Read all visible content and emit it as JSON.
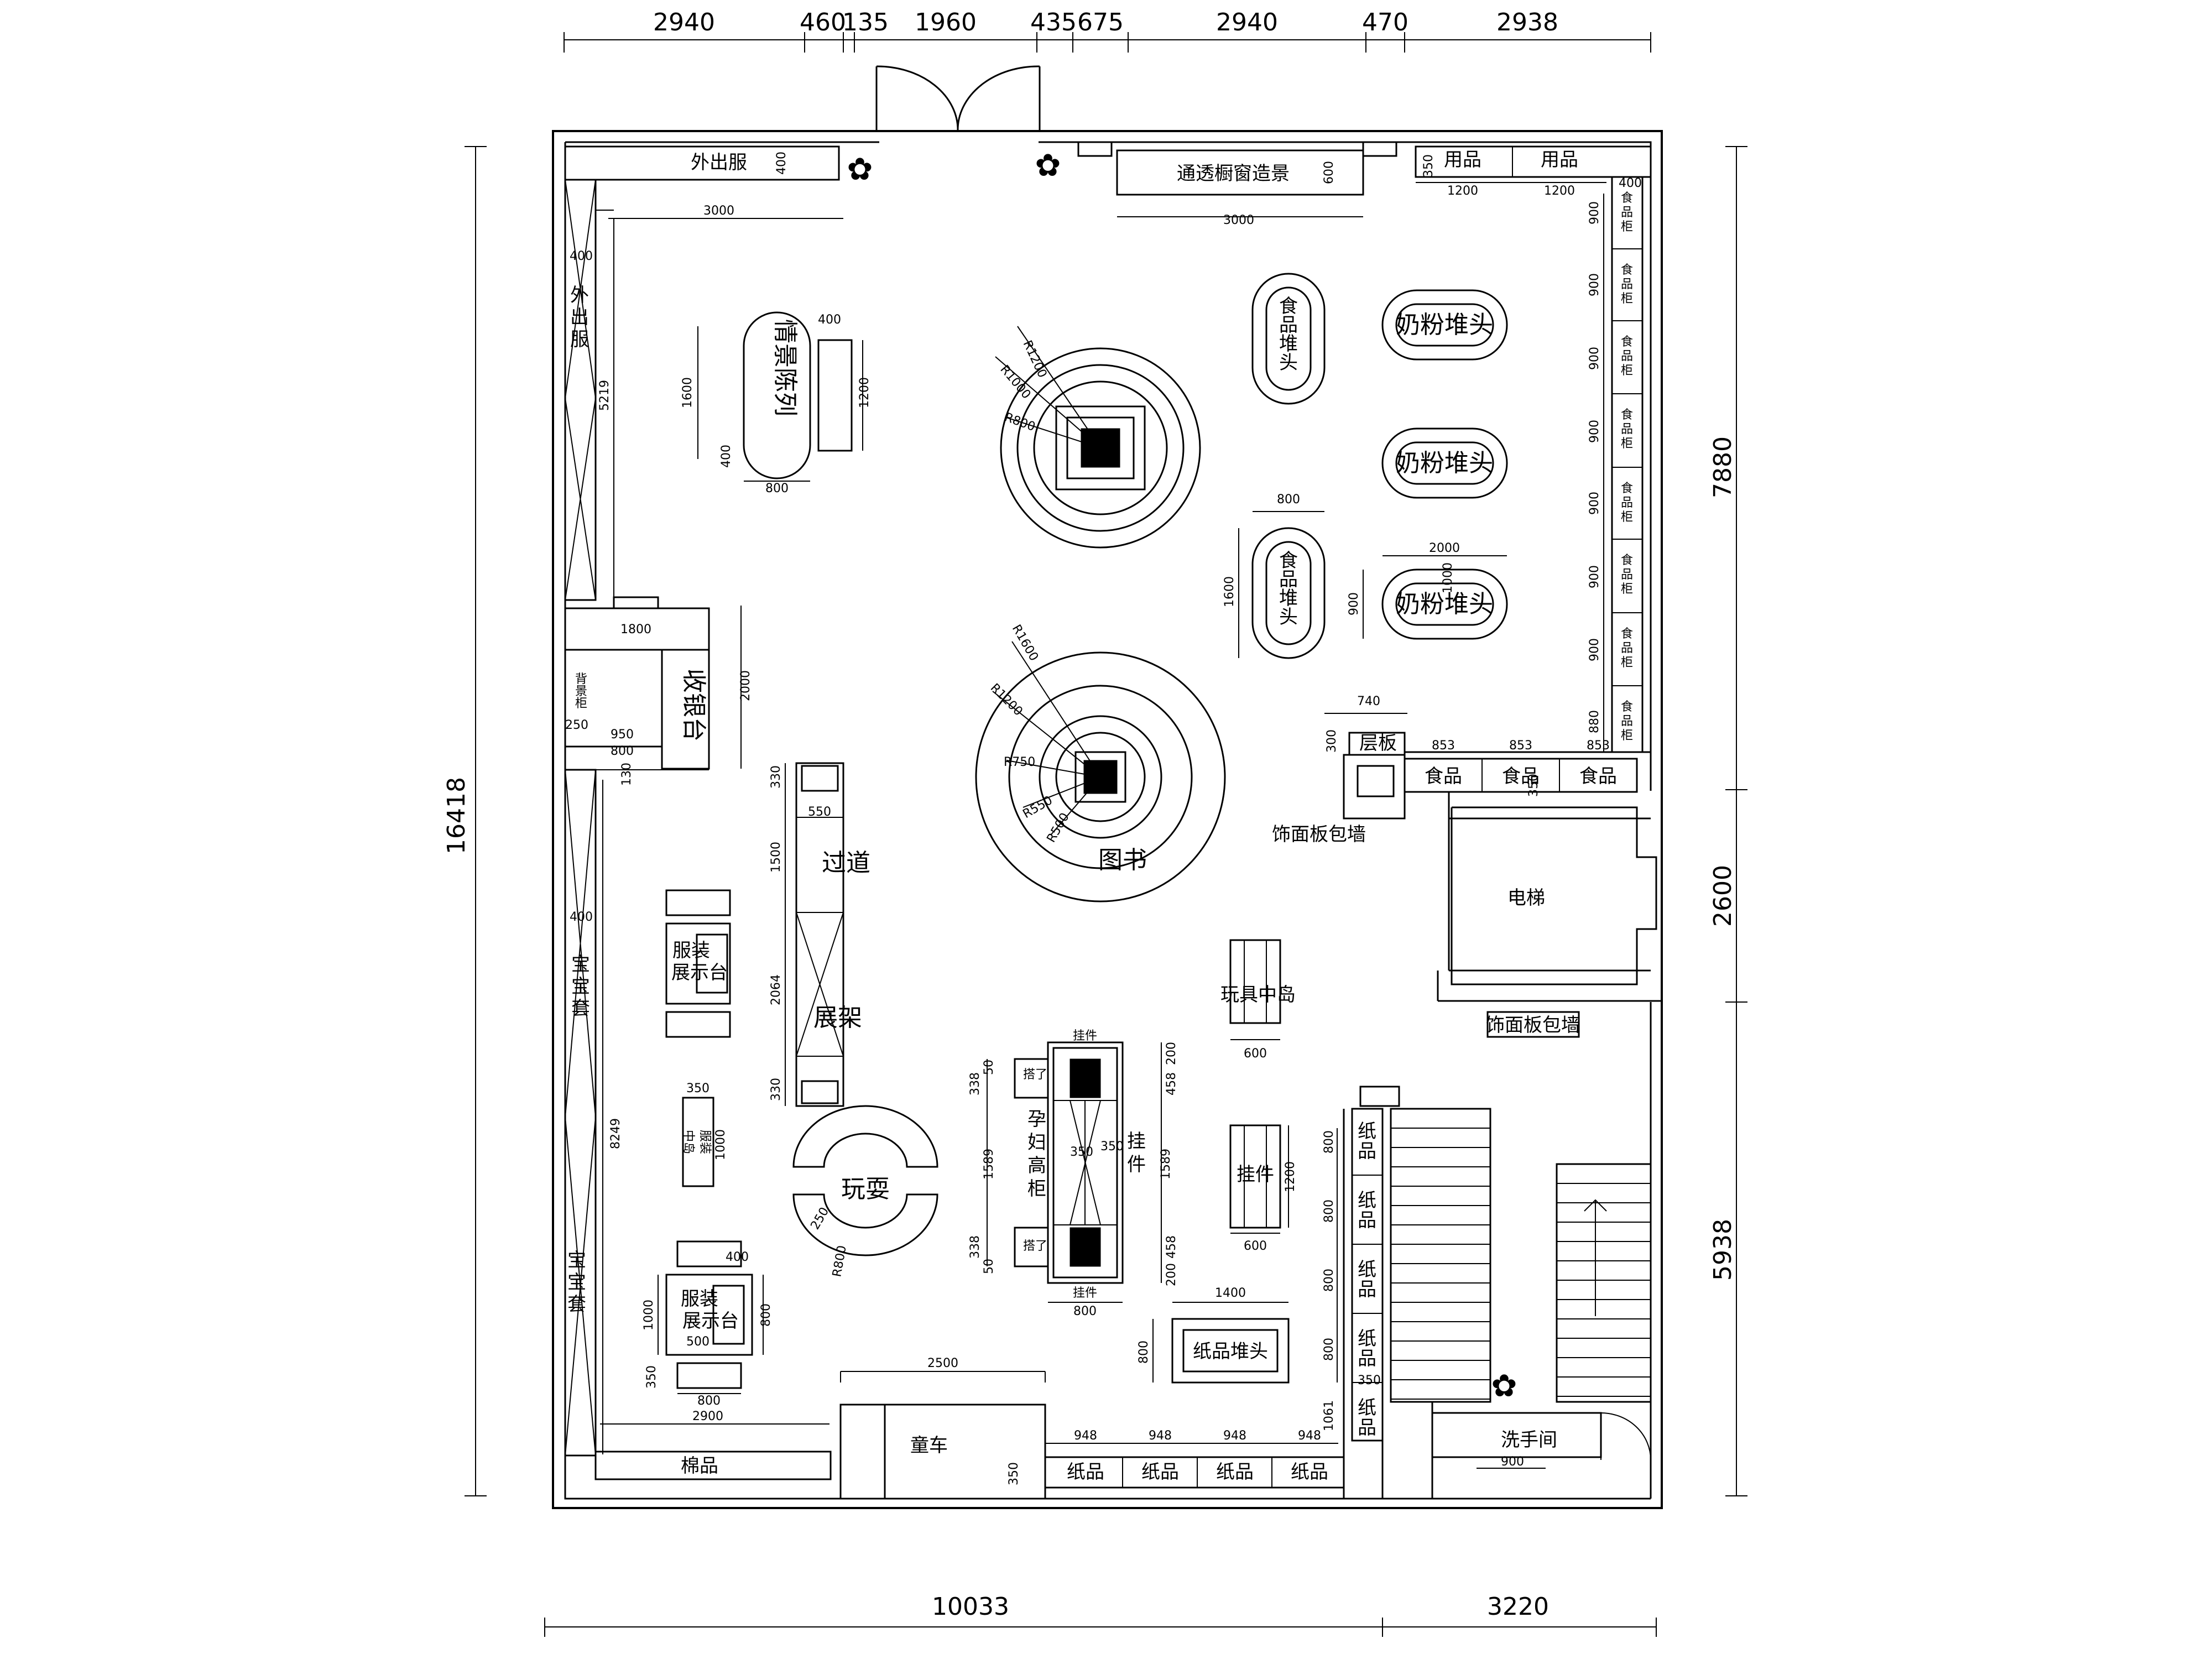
{
  "dimensions": {
    "top": [
      "2940",
      "460",
      "135",
      "1960",
      "435",
      "675",
      "2940",
      "470",
      "2938"
    ],
    "bottom": [
      "10033",
      "3220"
    ],
    "left": "16418",
    "right": [
      "7880",
      "2600",
      "5938"
    ]
  },
  "small_dims": {
    "d_400_a": "400",
    "d_3000_a": "3000",
    "d_400_b": "400",
    "d_5219": "5219",
    "d_600_a": "600",
    "d_3000_b": "3000",
    "d_350_a": "350",
    "d_1200_a": "1200",
    "d_1200_b": "1200",
    "d_400_c": "400",
    "d_1600_a": "1600",
    "d_1200_c": "1200",
    "d_400_d": "400",
    "d_800_a": "800",
    "d_r1200": "R1200",
    "d_r1000": "R1000",
    "d_r800": "R800",
    "d_800_b": "800",
    "d_1600_b": "1600",
    "d_2000_a": "2000",
    "d_900_a": "900",
    "d_1000_a": "1000",
    "d_900_list": [
      "900",
      "900",
      "900",
      "900",
      "900",
      "900",
      "900",
      "880"
    ],
    "d_1800": "1800",
    "d_2000_b": "2000",
    "d_250": "250",
    "d_950": "950",
    "d_800_c": "800",
    "d_130": "130",
    "d_r1600": "R1600",
    "d_r1200b": "R1200",
    "d_r750": "R750",
    "d_r550": "R550",
    "d_r500": "R500",
    "d_740": "740",
    "d_300": "300",
    "d_853_a": "853",
    "d_853_b": "853",
    "d_853_c": "853",
    "d_350_b": "350",
    "d_330_a": "330",
    "d_550": "550",
    "d_1500": "1500",
    "d_2064": "2064",
    "d_330_b": "330",
    "d_400_e": "400",
    "d_8249": "8249",
    "d_350_c": "350",
    "d_1000_b": "1000",
    "d_600_b": "600",
    "d_338_a": "338",
    "d_50_a": "50",
    "d_1589_a": "1589",
    "d_338_b": "338",
    "d_50_b": "50",
    "d_350_d": "350",
    "d_350_e": "350",
    "d_200_a": "200",
    "d_458_a": "458",
    "d_1589_b": "1589",
    "d_458_b": "458",
    "d_200_b": "200",
    "d_800_d": "800",
    "d_1200_d": "1200",
    "d_600_c": "600",
    "d_250_b": "250",
    "d_400_f": "400",
    "d_1000_c": "1000",
    "d_500": "500",
    "d_800_e": "800",
    "d_350_f": "350",
    "d_800_f": "800",
    "d_1400": "1400",
    "d_800_g": "800",
    "d_2500": "2500",
    "d_2900": "2900",
    "d_350_g": "350",
    "d_948_list": [
      "948",
      "948",
      "948",
      "948"
    ],
    "d_800_list": [
      "800",
      "800",
      "800",
      "800"
    ],
    "d_350_h": "350",
    "d_1061": "1061",
    "d_900_b": "900"
  },
  "labels": {
    "waichufu_top": "外出服",
    "waichufu_left": "外出服",
    "window_display": "通透橱窗造景",
    "yongpin_1": "用品",
    "yongpin_2": "用品",
    "scene_display": "情景陈列",
    "food_pile_1": "食品堆头",
    "food_pile_2": "食品堆头",
    "milk_pile_1": "奶粉堆头",
    "milk_pile_2": "奶粉堆头",
    "milk_pile_3": "奶粉堆头",
    "food_cabinet": [
      "食品柜",
      "食品柜",
      "食品柜",
      "食品柜",
      "食品柜",
      "食品柜",
      "食品柜",
      "食品柜"
    ],
    "cashier": "收银台",
    "back_cabinet": "背景柜",
    "shelf_board": "层板",
    "food_1": "食品",
    "food_2": "食品",
    "food_3": "食品",
    "books": "图书",
    "wall_panel_1": "饰面板包墙",
    "elevator": "电梯",
    "wall_panel_2": "饰面板包墙",
    "passage": "过道",
    "rack": "展架",
    "clothing_table_1": "服装展示台",
    "baby_set_1": "宝宝套",
    "toy_island": "玩具中岛",
    "hanger_top": "挂件",
    "shelf_left_1": "搭了",
    "shelf_left_2": "搭了",
    "maternity": "孕妇高柜",
    "hanger_side": "挂件",
    "hanger_bottom": "挂件",
    "middle_island": "中岛",
    "hanger_stand": "挂件",
    "clothing_stand": "服装",
    "toys": "玩耍",
    "paper_1": "纸品",
    "paper_2": "纸品",
    "paper_3": "纸品",
    "paper_4": "纸品",
    "paper_5": "纸品",
    "baby_set_2": "宝宝套",
    "clothing_table_2": "服装展示台",
    "paper_pile": "纸品堆头",
    "cotton": "棉品",
    "stroller": "童车",
    "paper_b1": "纸品",
    "paper_b2": "纸品",
    "paper_b3": "纸品",
    "paper_b4": "纸品",
    "washroom": "洗手间"
  }
}
